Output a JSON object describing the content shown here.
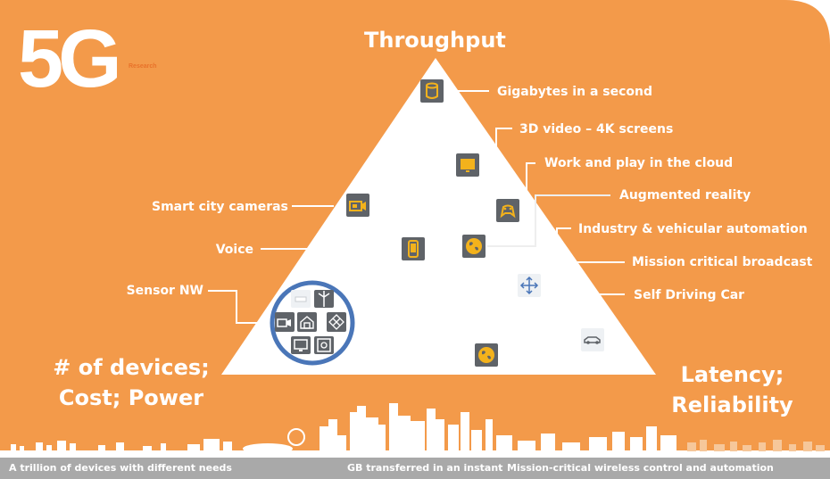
{
  "brand": {
    "big_text": "5G",
    "small_text": "Research"
  },
  "colors": {
    "background": "#f39a4a",
    "triangle": "#ffffff",
    "accent": "#f3b21c",
    "icon_bg": "#5f6368",
    "ring": "#4a76b8"
  },
  "pyramid": {
    "top": "Throughput",
    "bottom_left": [
      "# of devices;",
      "Cost; Power"
    ],
    "bottom_right": [
      "Latency;",
      "Reliability"
    ]
  },
  "callouts": [
    {
      "label": "Gigabytes in a second",
      "icon": "database-icon"
    },
    {
      "label": "3D video – 4K screens",
      "icon": "monitor-icon"
    },
    {
      "label": "Work and play in the cloud",
      "icon": "gamepad-icon"
    },
    {
      "label": "Augmented reality",
      "icon": "globe-icon"
    },
    {
      "label": "Industry & vehicular automation",
      "icon": "arrows-icon"
    },
    {
      "label": "Mission critical broadcast",
      "icon": "arrows-icon"
    },
    {
      "label": "Self Driving Car",
      "icon": "car-icon"
    },
    {
      "label": "Smart city cameras",
      "icon": "camera-icon"
    },
    {
      "label": "Voice",
      "icon": "phone-icon"
    },
    {
      "label": "Sensor NW",
      "icon": "sensor-cluster-icon"
    }
  ],
  "footer": {
    "left": "A trillion of devices with different needs",
    "middle": "GB transferred in an instant",
    "right": "Mission-critical wireless control and automation"
  }
}
